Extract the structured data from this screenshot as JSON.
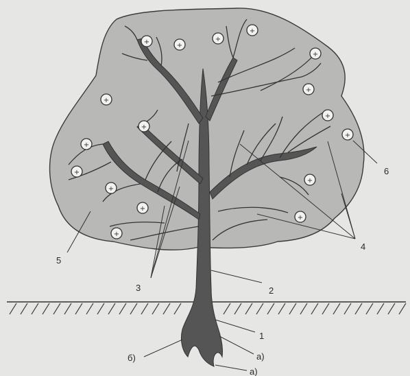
{
  "diagram": {
    "labels": {
      "crown": "5",
      "trunk": "2",
      "branches": "3",
      "twigs": "4",
      "fruit": "6",
      "root_base": "1",
      "root_a_right": "а)",
      "root_a_bottom": "а)",
      "root_b": "б)"
    },
    "fruit_symbol": "+",
    "colors": {
      "background": "#e6e6e4",
      "crown_fill": "#b8b8b6",
      "crown_stroke": "#3a3a3a",
      "trunk": "#555555",
      "line": "#333333",
      "fruit_fill": "#f2f2f0"
    }
  }
}
